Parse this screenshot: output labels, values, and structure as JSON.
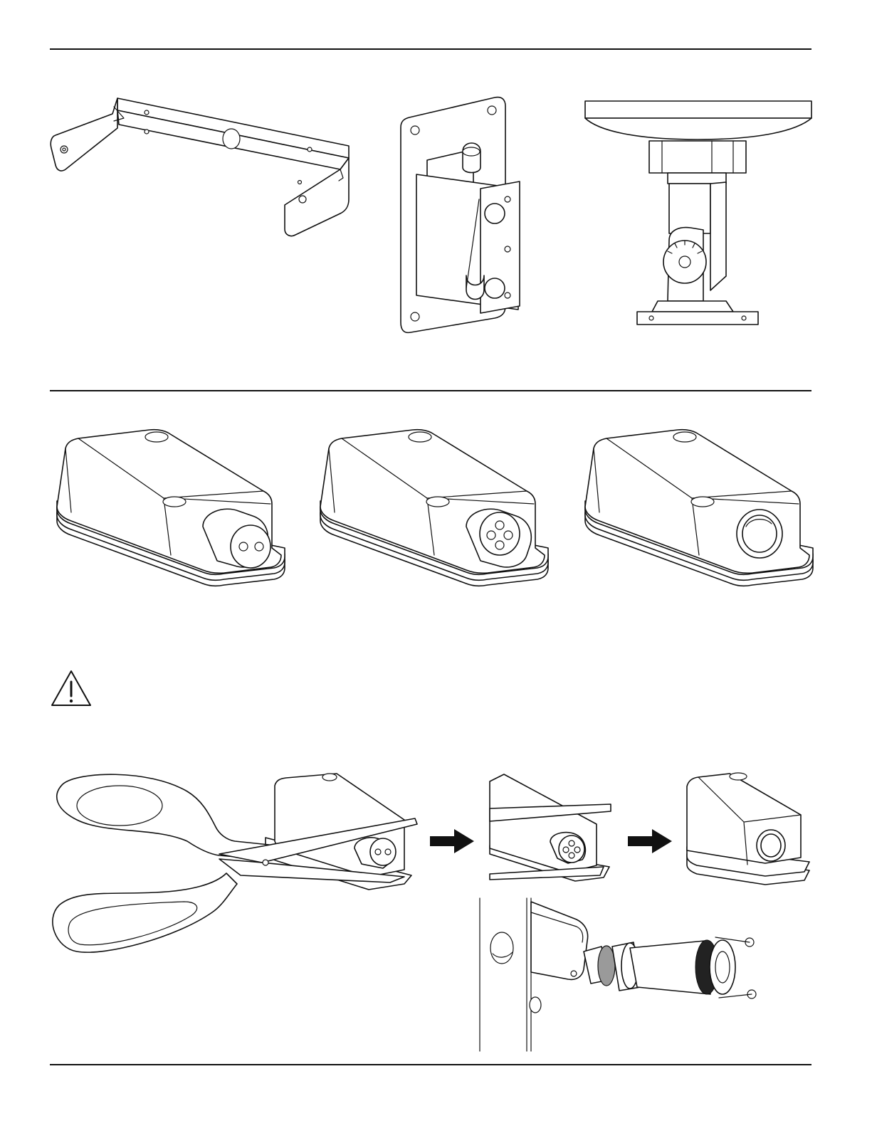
{
  "page": {
    "title": ""
  },
  "figures": [
    {
      "id": "u-bracket",
      "icon": "u-bracket-icon"
    },
    {
      "id": "wall-swivel-mount",
      "icon": "wall-mount-icon"
    },
    {
      "id": "ceiling-tilt-mount",
      "icon": "ceiling-mount-icon"
    },
    {
      "id": "junction-box-2-conductor",
      "icon": "junction-box-icon"
    },
    {
      "id": "junction-box-4-conductor",
      "icon": "junction-box-icon"
    },
    {
      "id": "junction-box-open-conduit",
      "icon": "junction-box-icon"
    },
    {
      "id": "caution",
      "icon": "warning-triangle-icon"
    },
    {
      "id": "cut-gland-step-1",
      "icon": "scissors-icon"
    },
    {
      "id": "cut-gland-step-2",
      "icon": "junction-box-icon"
    },
    {
      "id": "cut-gland-step-3",
      "icon": "junction-box-icon"
    },
    {
      "id": "conduit-installation",
      "icon": "conduit-fitting-icon"
    }
  ],
  "arrows": [
    "arrow-right-icon",
    "arrow-right-icon"
  ]
}
